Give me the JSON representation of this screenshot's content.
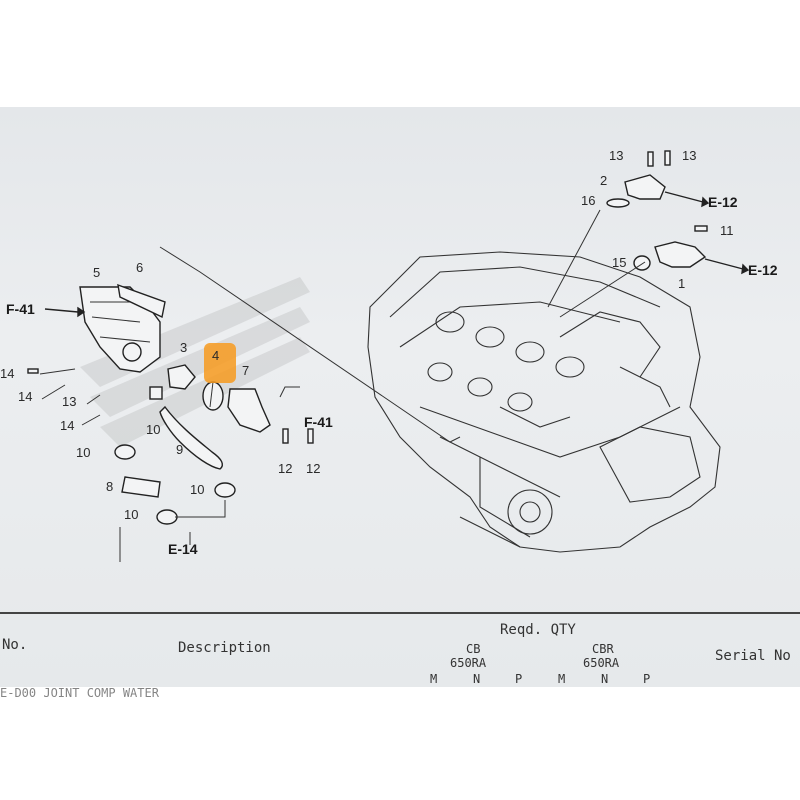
{
  "diagram": {
    "part_numbers": [
      "1",
      "2",
      "3",
      "4",
      "5",
      "6",
      "7",
      "8",
      "9",
      "10",
      "11",
      "12",
      "13",
      "14",
      "15",
      "16"
    ],
    "refs": {
      "f41": "F-41",
      "e12": "E-12",
      "e14": "E-14"
    },
    "highlight_color": "#f79a1e"
  },
  "table": {
    "col_no": "No.",
    "col_desc": "Description",
    "col_qty": "Reqd. QTY",
    "col_serial": "Serial No",
    "group1_line1": "CB",
    "group1_line2": "650RA",
    "group2_line1": "CBR",
    "group2_line2": "650RA",
    "sub": [
      "M",
      "N",
      "P",
      "M",
      "N",
      "P"
    ],
    "first_row_partial": "E-D00   JOINT COMP  WATER"
  }
}
